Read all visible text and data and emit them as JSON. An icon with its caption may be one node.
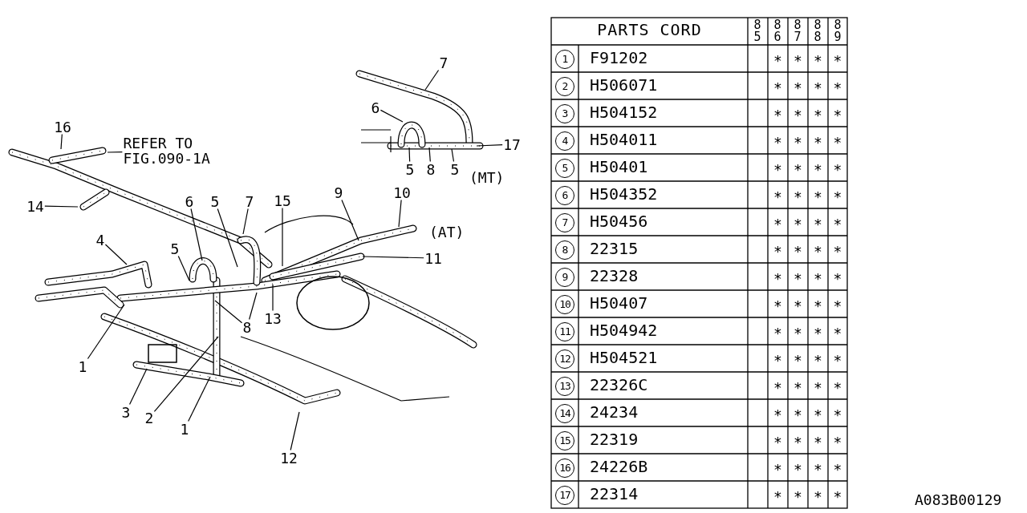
{
  "diagram": {
    "nodes": [
      {
        "text": [
          "16"
        ]
      },
      {
        "text": [
          "REFER TO FIG.090-1A"
        ]
      },
      {
        "text": [
          "14"
        ]
      },
      {
        "text": [
          "6"
        ]
      },
      {
        "text": [
          "5"
        ]
      },
      {
        "text": [
          "7"
        ]
      },
      {
        "text": [
          "15"
        ]
      },
      {
        "text": [
          "9"
        ]
      },
      {
        "text": [
          "10"
        ]
      },
      {
        "text": [
          "11"
        ]
      },
      {
        "text": [
          "4"
        ]
      },
      {
        "text": [
          "5"
        ]
      },
      {
        "text": [
          "8"
        ]
      },
      {
        "text": [
          "13"
        ]
      },
      {
        "text": [
          "1"
        ]
      },
      {
        "text": [
          "3"
        ]
      },
      {
        "text": [
          "2"
        ]
      },
      {
        "text": [
          "1"
        ]
      },
      {
        "text": [
          "12"
        ]
      },
      {
        "text": [
          "7"
        ]
      },
      {
        "text": [
          "6"
        ]
      },
      {
        "text": [
          "5"
        ]
      },
      {
        "text": [
          "8"
        ]
      },
      {
        "text": [
          "5"
        ]
      },
      {
        "text": [
          "17"
        ]
      }
    ],
    "edges": [
      {
        "from": 0,
        "to": null,
        "arrow": "none"
      },
      {
        "from": 1,
        "to": null,
        "arrow": "none"
      },
      {
        "from": 2,
        "to": null,
        "arrow": "none"
      },
      {
        "from": 3,
        "to": null,
        "arrow": "none"
      },
      {
        "from": 4,
        "to": null,
        "arrow": "none"
      },
      {
        "from": 5,
        "to": null,
        "arrow": "none"
      },
      {
        "from": 6,
        "to": null,
        "arrow": "none"
      },
      {
        "from": 7,
        "to": null,
        "arrow": "none"
      },
      {
        "from": 8,
        "to": null,
        "arrow": "none"
      },
      {
        "from": 9,
        "to": null,
        "arrow": "none"
      },
      {
        "from": 10,
        "to": null,
        "arrow": "none"
      },
      {
        "from": 11,
        "to": null,
        "arrow": "none"
      },
      {
        "from": 12,
        "to": null,
        "arrow": "none"
      },
      {
        "from": 12,
        "to": null,
        "arrow": "none"
      },
      {
        "from": 13,
        "to": null,
        "arrow": "none"
      },
      {
        "from": 14,
        "to": null,
        "arrow": "none"
      },
      {
        "from": 15,
        "to": null,
        "arrow": "none"
      },
      {
        "from": 16,
        "to": null,
        "arrow": "none"
      },
      {
        "from": 17,
        "to": null,
        "arrow": "none"
      },
      {
        "from": 18,
        "to": null,
        "arrow": "none"
      },
      {
        "from": 19,
        "to": null,
        "arrow": "none"
      },
      {
        "from": 20,
        "to": null,
        "arrow": "none"
      },
      {
        "from": 21,
        "to": null,
        "arrow": "none"
      },
      {
        "from": 22,
        "to": null,
        "arrow": "none"
      },
      {
        "from": 23,
        "to": null,
        "arrow": "none"
      },
      {
        "from": 24,
        "to": null,
        "arrow": "none"
      }
    ],
    "labels": [
      "(MT)",
      "(AT)",
      "PARTS CORD",
      "85",
      "86",
      "87",
      "88",
      "89",
      "1",
      "F91202",
      "∗",
      "∗",
      "∗",
      "∗",
      "2",
      "H506071",
      "∗",
      "∗",
      "∗",
      "∗",
      "3",
      "H504152",
      "∗",
      "∗",
      "∗",
      "∗",
      "4",
      "H504011",
      "∗",
      "∗",
      "∗",
      "∗",
      "5",
      "H50401",
      "∗",
      "∗",
      "∗",
      "∗",
      "6",
      "H504352",
      "∗",
      "∗",
      "∗",
      "∗",
      "7",
      "H50456",
      "∗",
      "∗",
      "∗",
      "∗",
      "8",
      "22315",
      "∗",
      "∗",
      "∗",
      "∗",
      "9",
      "22328",
      "∗",
      "∗",
      "∗",
      "∗",
      "10",
      "H50407",
      "∗",
      "∗",
      "∗",
      "∗",
      "11",
      "H504942",
      "∗",
      "∗",
      "∗",
      "∗",
      "12",
      "H504521",
      "∗",
      "∗",
      "∗",
      "∗",
      "13",
      "22326C",
      "∗",
      "∗",
      "∗",
      "∗",
      "14",
      "24234",
      "∗",
      "∗",
      "∗",
      "∗",
      "15",
      "22319",
      "∗",
      "∗",
      "∗",
      "∗",
      "16",
      "24226B",
      "∗",
      "∗",
      "∗",
      "∗",
      "17",
      "22314",
      "∗",
      "∗",
      "∗",
      "∗",
      "A083B00129"
    ]
  }
}
